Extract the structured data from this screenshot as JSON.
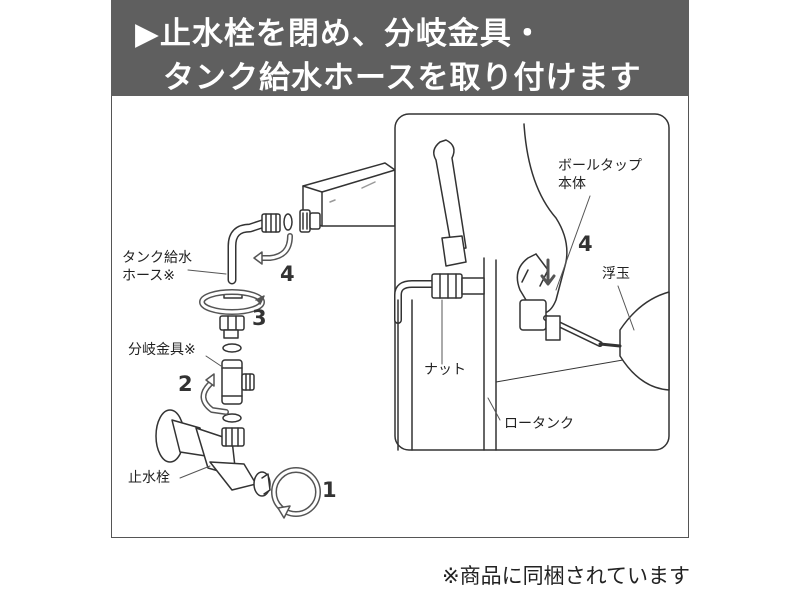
{
  "header": {
    "title_line1": "▶止水栓を閉め、分岐金具・",
    "title_line2": "タンク給水ホースを取り付けます",
    "background": "#5f5f5f"
  },
  "labels": {
    "tank_hose_line1": "タンク給水",
    "tank_hose_line2": "ホース※",
    "branch_fitting": "分岐金具※",
    "stop_valve": "止水栓",
    "ball_tap_line1": "ボールタップ",
    "ball_tap_line2": "本体",
    "float_ball": "浮玉",
    "nut": "ナット",
    "low_tank": "ロータンク"
  },
  "steps": {
    "step1": "1",
    "step2": "2",
    "step3": "3",
    "step4_main": "4",
    "step4_inset": "4"
  },
  "footnote": "※商品に同梱されています"
}
